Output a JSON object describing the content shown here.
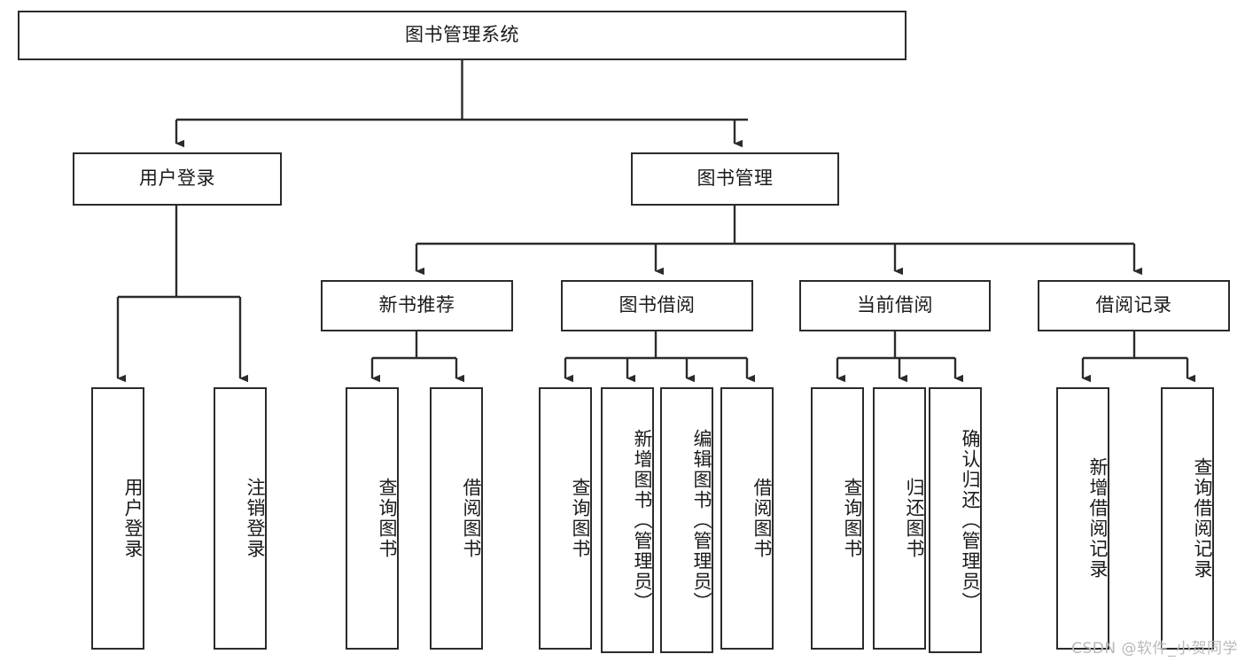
{
  "diagram": {
    "title": "图书管理系统",
    "type": "tree",
    "watermark": "CSDN @软件_小贺同学",
    "line_color": "#2b2b2b",
    "box_fill": "#ffffff",
    "text_color": "#1a1a1a",
    "nodes": {
      "root": "图书管理系统",
      "l1": {
        "user_login": "用户登录",
        "book_manage": "图书管理"
      },
      "l2": {
        "new_book_rec": "新书推荐",
        "book_borrow": "图书借阅",
        "current_borrow": "当前借阅",
        "borrow_record": "借阅记录"
      },
      "leaves": {
        "user_login_1": "用户登录",
        "user_login_2": "注销登录",
        "new_book_rec_1": "查询图书",
        "new_book_rec_2": "借阅图书",
        "book_borrow_1": "查询图书",
        "book_borrow_2": "新增图书（管理员）",
        "book_borrow_3": "编辑图书（管理员）",
        "book_borrow_4": "借阅图书",
        "current_borrow_1": "查询图书",
        "current_borrow_2": "归还图书",
        "current_borrow_3": "确认归还（管理员）",
        "borrow_record_1": "新增借阅记录",
        "borrow_record_2": "查询借阅记录"
      }
    }
  }
}
